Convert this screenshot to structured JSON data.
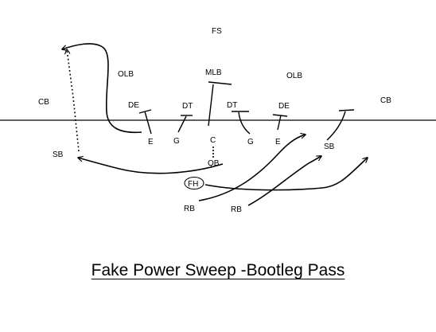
{
  "title": "Fake Power Sweep -Bootleg Pass",
  "players": {
    "fs": "FS",
    "olb_left": "OLB",
    "mlb": "MLB",
    "olb_right": "OLB",
    "cb_left": "CB",
    "cb_right": "CB",
    "de_left": "DE",
    "dt_left": "DT",
    "dt_right": "DT",
    "de_right": "DE",
    "e_left": "E",
    "g_left": "G",
    "c": "C",
    "g_right": "G",
    "e_right": "E",
    "sb_right": "SB",
    "sb_left": "SB",
    "qb": "QB",
    "fh": "FH",
    "rb_left": "RB",
    "rb_right": "RB"
  },
  "colors": {
    "ink": "#000000",
    "background": "#ffffff"
  }
}
